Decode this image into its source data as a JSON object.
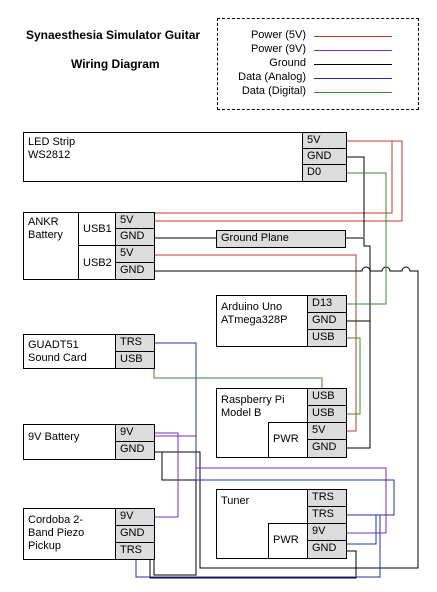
{
  "title": {
    "line1": "Synaesthesia Simulator Guitar",
    "line2": "Wiring Diagram"
  },
  "legend": [
    {
      "label": "Power (5V)",
      "color": "#c0392b"
    },
    {
      "label": "Power (9V)",
      "color": "#7b2fb8"
    },
    {
      "label": "Ground",
      "color": "#000000"
    },
    {
      "label": "Data (Analog)",
      "color": "#1f2fa8"
    },
    {
      "label": "Data (Digital)",
      "color": "#3a8a2a"
    }
  ],
  "components": {
    "led_strip": {
      "name": "LED Strip\nWS2812",
      "pins": [
        "5V",
        "GND",
        "D0"
      ]
    },
    "battery": {
      "name": "ANKR\nBattery",
      "usb1": "USB1",
      "usb2": "USB2",
      "pins": [
        "5V",
        "GND",
        "5V",
        "GND"
      ]
    },
    "ground_plane": {
      "name": "Ground Plane"
    },
    "arduino": {
      "name": "Arduino Uno\nATmega328P",
      "pins": [
        "D13",
        "GND",
        "USB"
      ]
    },
    "sound_card": {
      "name": "GUADT51\nSound Card",
      "pins": [
        "TRS",
        "USB"
      ]
    },
    "raspberry_pi": {
      "name": "Raspberry Pi\nModel B",
      "pins": [
        "USB",
        "USB",
        "5V",
        "GND"
      ],
      "pwr": "PWR"
    },
    "battery_9v": {
      "name": "9V Battery",
      "pins": [
        "9V",
        "GND"
      ]
    },
    "tuner": {
      "name": "Tuner",
      "pins": [
        "TRS",
        "TRS",
        "9V",
        "GND"
      ],
      "pwr": "PWR"
    },
    "pickup": {
      "name": "Cordoba 2-\nBand Piezo\nPickup",
      "pins": [
        "9V",
        "GND",
        "TRS"
      ]
    }
  }
}
